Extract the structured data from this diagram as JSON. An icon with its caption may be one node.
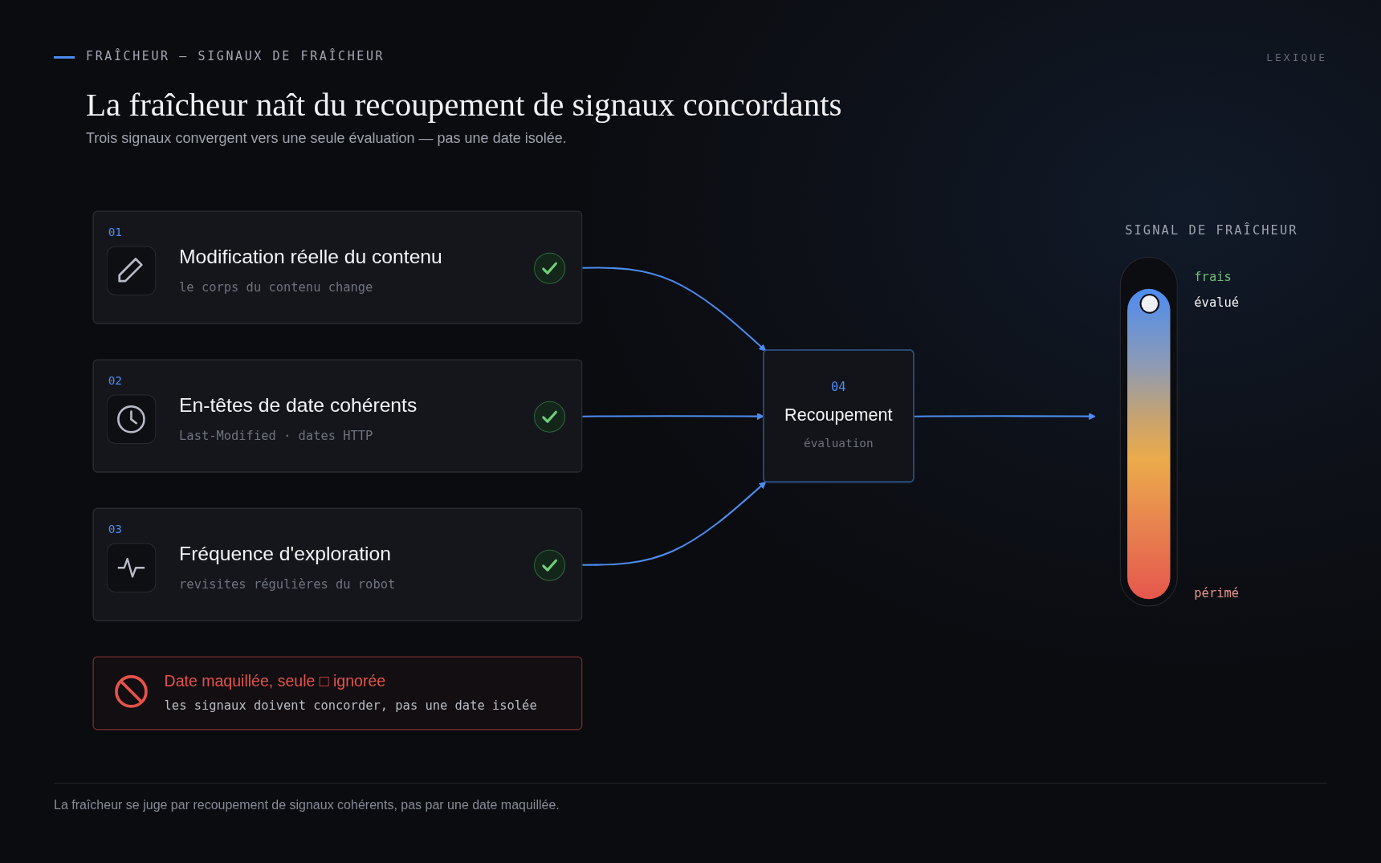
{
  "diagram": {
    "title": "La fraîcheur naît du recoupement de signaux concordants",
    "caption": "La fraîcheur se juge par recoupement de signaux cohérents, pas par une date maquillée.",
    "nodes": [
      {
        "text": [
          "01",
          "Modification réelle du contenu",
          "le corps du contenu change"
        ]
      },
      {
        "text": [
          "02",
          "En-têtes de date cohérents",
          "Last-Modified · dates HTTP"
        ]
      },
      {
        "text": [
          "03",
          "Fréquence d'exploration",
          "revisites régulières du robot"
        ]
      },
      {
        "text": [
          "04",
          "Recoupement",
          "évaluation"
        ]
      },
      {
        "text": [
          "SIGNAL DE FRAÎCHEUR"
        ],
        "beside": [
          "frais",
          "évalué",
          "périmé"
        ]
      },
      {
        "text": [
          "Date maquillée, seule □ ignorée",
          "les signaux doivent concorder, pas une date isolée"
        ]
      }
    ],
    "edges": [
      {
        "from": 0,
        "to": 3,
        "arrow": "to"
      },
      {
        "from": 1,
        "to": 3,
        "arrow": "to"
      },
      {
        "from": 2,
        "to": 3,
        "arrow": "to"
      },
      {
        "from": 3,
        "to": 4,
        "arrow": "to"
      }
    ],
    "labels": [
      "FRAÎCHEUR — SIGNAUX DE FRAÎCHEUR",
      "LEXIQUE",
      "Trois signaux convergent vers une seule évaluation — pas une date isolée."
    ]
  }
}
